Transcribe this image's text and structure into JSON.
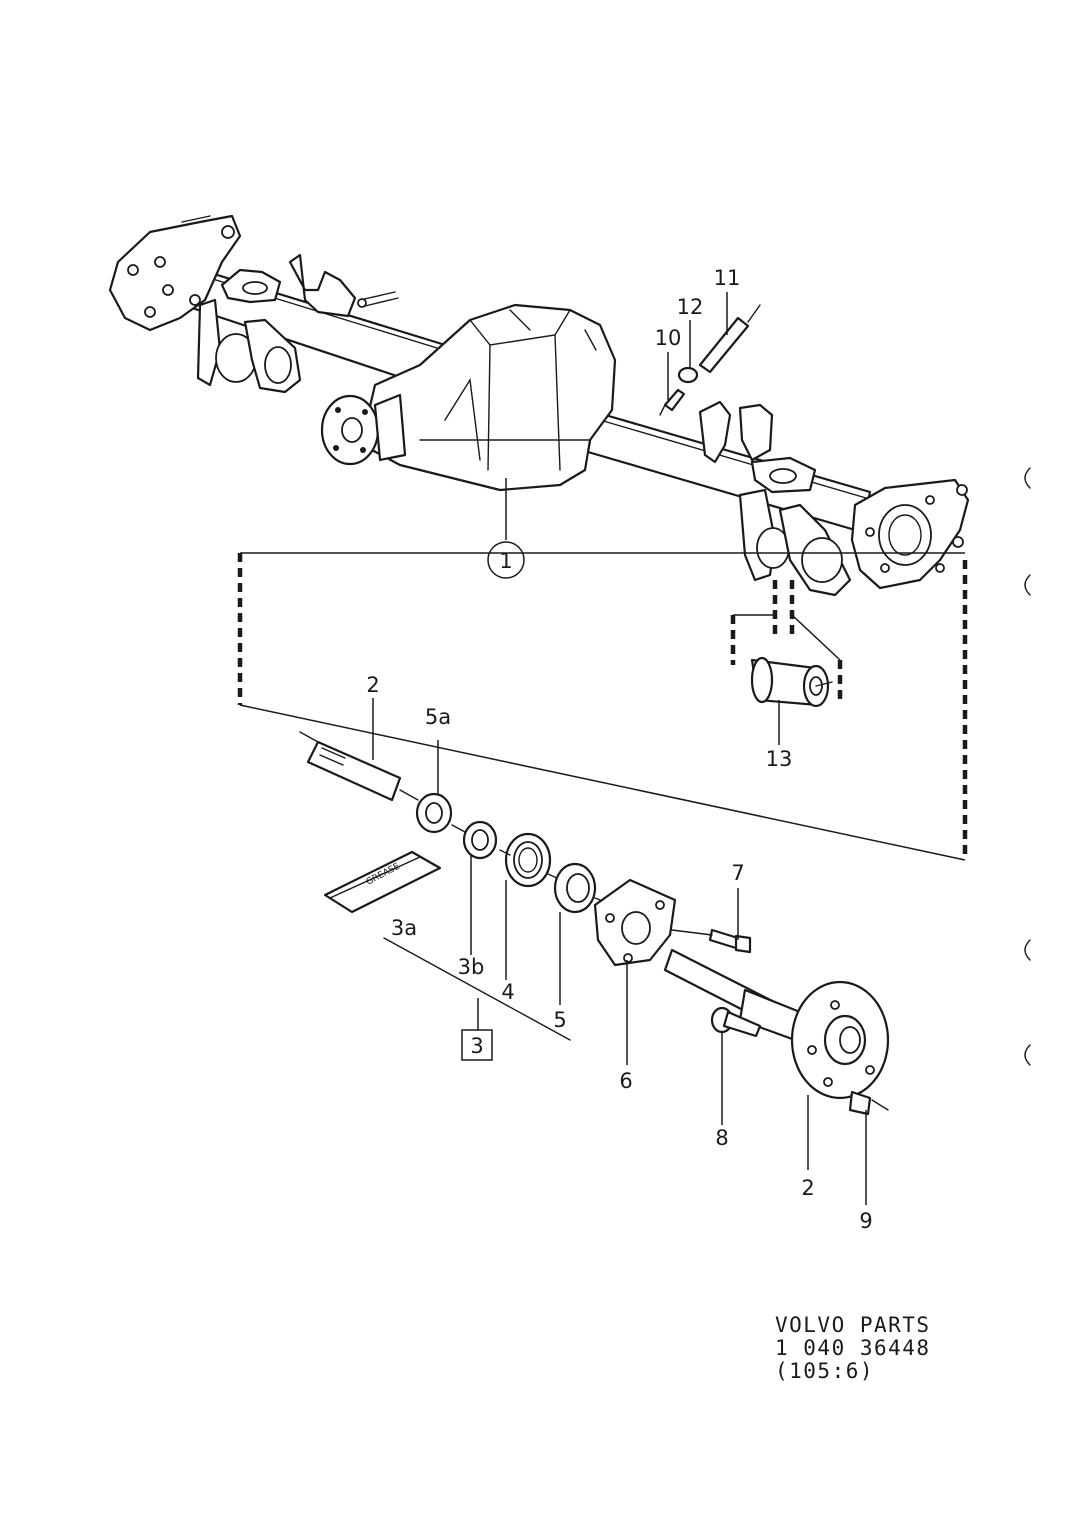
{
  "diagram": {
    "callouts": {
      "c1": "1",
      "c2_top": "2",
      "c2_bottom": "2",
      "c3": "3",
      "c3a": "3a",
      "c3b": "3b",
      "c4": "4",
      "c5": "5",
      "c5a": "5a",
      "c6": "6",
      "c7": "7",
      "c8": "8",
      "c9": "9",
      "c10": "10",
      "c11": "11",
      "c12": "12",
      "c13": "13"
    },
    "grease_tube_text": "GREASE",
    "reference": {
      "line1": "VOLVO PARTS",
      "line2": "1 040 36448",
      "line3": "(105:6)"
    }
  }
}
